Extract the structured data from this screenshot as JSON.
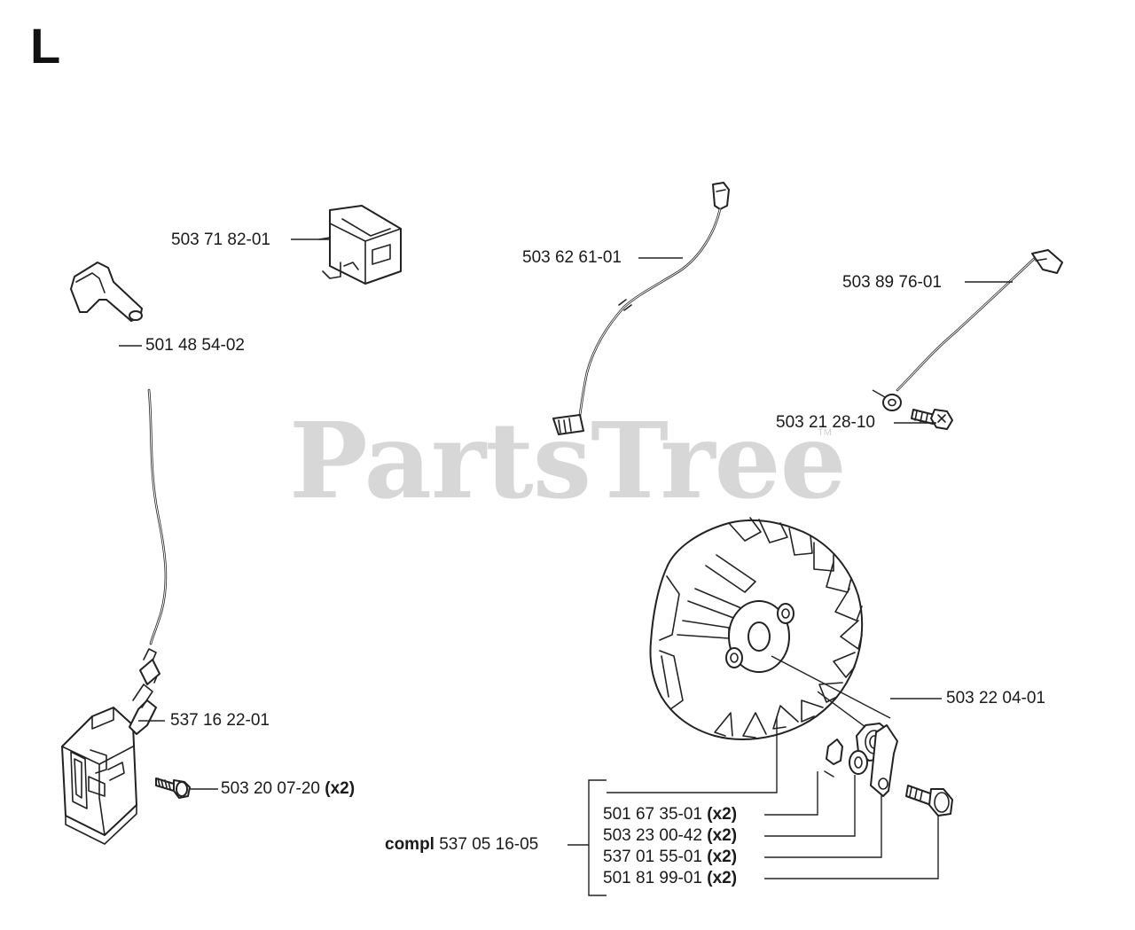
{
  "section": {
    "letter": "L"
  },
  "watermark": {
    "text": "PartsTree",
    "tm": "TM"
  },
  "parts": {
    "switch": {
      "number": "503 71 82-01"
    },
    "spark_cap": {
      "number": "501 48 54-02"
    },
    "short_wire": {
      "number": "503 62 61-01"
    },
    "ground_wire": {
      "number": "503 89 76-01"
    },
    "ground_screw": {
      "number": "503 21 28-10"
    },
    "ignition_module": {
      "number": "537 16 22-01"
    },
    "module_screw": {
      "number": "503 20 07-20",
      "qty": "(x2)"
    },
    "flywheel_nut": {
      "number": "503 22 04-01"
    },
    "flywheel_kit": {
      "prefix": "compl",
      "number": "537 05 16-05",
      "items": [
        {
          "number": "501 67 35-01",
          "qty": "(x2)"
        },
        {
          "number": "503 23 00-42",
          "qty": "(x2)"
        },
        {
          "number": "537 01 55-01",
          "qty": "(x2)"
        },
        {
          "number": "501 81 99-01",
          "qty": "(x2)"
        }
      ]
    }
  }
}
